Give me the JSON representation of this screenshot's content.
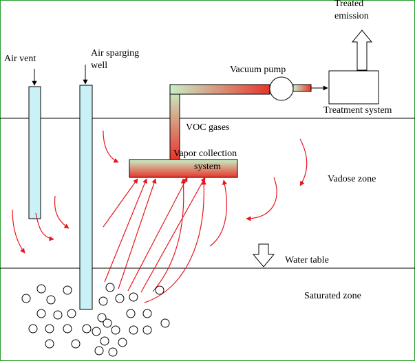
{
  "diagram": {
    "labels": {
      "treated_emission_line1": "Treated",
      "treated_emission_line2": "emission",
      "air_vent": "Air vent",
      "air_sparging_line1": "Air sparging",
      "air_sparging_line2": "well",
      "vacuum_pump": "Vacuum pump",
      "treatment_system": "Treatment system",
      "voc_gases": "VOC gases",
      "vapor_collection_line1": "Vapor collection",
      "vapor_collection_line2": "system",
      "vadose_zone": "Vadose zone",
      "water_table": "Water table",
      "saturated_zone": "Saturated zone"
    },
    "colors": {
      "pipe_light": "#c8f0c8",
      "pipe_dark": "#e8342a",
      "well_fill": "#c9f1f6",
      "arrow_red": "#e8141e",
      "border_green": "#2a9a2a"
    }
  }
}
